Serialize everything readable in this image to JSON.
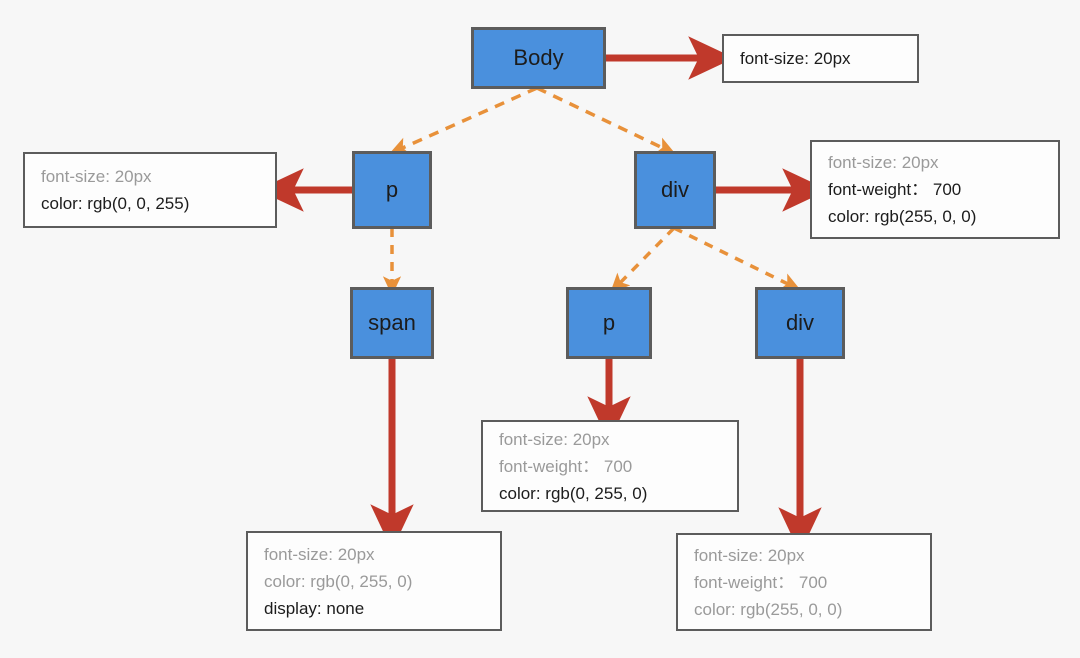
{
  "diagram": {
    "title": "CSS inheritance / computed style tree",
    "background_color": "#f7f7f7",
    "node_fill": "#4a90dd",
    "node_border": "#5c5c5c",
    "style_arrow_color": "#c0392b",
    "tree_edge_color": "#e8913a",
    "inherited_text_color": "#9a9a9a",
    "own_text_color": "#1c1c1c"
  },
  "nodes": {
    "body": {
      "label": "Body"
    },
    "p_left": {
      "label": "p"
    },
    "div_right": {
      "label": "div"
    },
    "span": {
      "label": "span"
    },
    "p_mid": {
      "label": "p"
    },
    "div_bottom": {
      "label": "div"
    }
  },
  "boxes": {
    "body_styles": {
      "lines": [
        {
          "text": "font-size: 20px",
          "kind": "own"
        }
      ]
    },
    "p_left_styles": {
      "lines": [
        {
          "text": "font-size: 20px",
          "kind": "inherited"
        },
        {
          "text": "color: rgb(0, 0, 255)",
          "kind": "own"
        }
      ]
    },
    "div_right_styles": {
      "lines": [
        {
          "text": "font-size: 20px",
          "kind": "inherited"
        },
        {
          "text": "font-weight： 700",
          "kind": "own"
        },
        {
          "text": "color: rgb(255, 0, 0)",
          "kind": "own"
        }
      ]
    },
    "span_styles": {
      "lines": [
        {
          "text": "font-size: 20px",
          "kind": "inherited"
        },
        {
          "text": "color: rgb(0, 255, 0)",
          "kind": "inherited"
        },
        {
          "text": "display: none",
          "kind": "own"
        }
      ]
    },
    "p_mid_styles": {
      "lines": [
        {
          "text": "font-size: 20px",
          "kind": "inherited"
        },
        {
          "text": "font-weight： 700",
          "kind": "inherited"
        },
        {
          "text": "color: rgb(0, 255, 0)",
          "kind": "own"
        }
      ]
    },
    "div_bottom_styles": {
      "lines": [
        {
          "text": "font-size: 20px",
          "kind": "inherited"
        },
        {
          "text": "font-weight： 700",
          "kind": "inherited"
        },
        {
          "text": "color: rgb(255, 0, 0)",
          "kind": "inherited"
        }
      ]
    }
  },
  "edges": {
    "tree": [
      {
        "from": "body",
        "to": "p_left",
        "style": "dashed-orange"
      },
      {
        "from": "body",
        "to": "div_right",
        "style": "dashed-orange"
      },
      {
        "from": "p_left",
        "to": "span",
        "style": "dashed-orange"
      },
      {
        "from": "div_right",
        "to": "p_mid",
        "style": "dashed-orange"
      },
      {
        "from": "div_right",
        "to": "div_bottom",
        "style": "dashed-orange"
      }
    ],
    "styles": [
      {
        "from": "body",
        "to": "body_styles",
        "style": "solid-red"
      },
      {
        "from": "p_left",
        "to": "p_left_styles",
        "style": "solid-red"
      },
      {
        "from": "div_right",
        "to": "div_right_styles",
        "style": "solid-red"
      },
      {
        "from": "span",
        "to": "span_styles",
        "style": "solid-red"
      },
      {
        "from": "p_mid",
        "to": "p_mid_styles",
        "style": "solid-red"
      },
      {
        "from": "div_bottom",
        "to": "div_bottom_styles",
        "style": "solid-red"
      }
    ]
  }
}
